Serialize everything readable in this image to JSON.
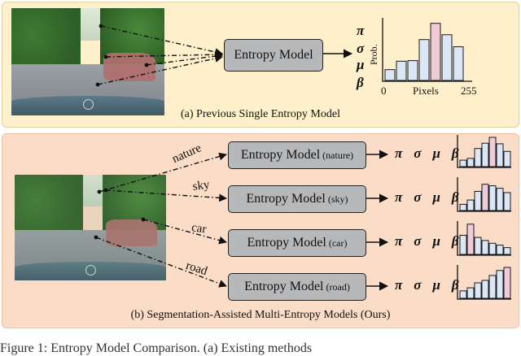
{
  "panel_a": {
    "model_label": "Entropy Model",
    "symbols": [
      "π",
      "σ",
      "μ",
      "β"
    ],
    "hist_ylabel": "Prob.",
    "hist_xmin": "0",
    "hist_xlabel": "Pixels",
    "hist_xmax": "255",
    "caption": "(a) Previous Single Entropy Model"
  },
  "panel_b": {
    "rows": [
      {
        "class_label": "nature",
        "model_label": "Entropy Model",
        "model_sub": "(nature)"
      },
      {
        "class_label": "sky",
        "model_label": "Entropy Model",
        "model_sub": "(sky)"
      },
      {
        "class_label": "car",
        "model_label": "Entropy Model",
        "model_sub": "(car)"
      },
      {
        "class_label": "road",
        "model_label": "Entropy Model",
        "model_sub": "(road)"
      }
    ],
    "symbols": [
      "π",
      "σ",
      "μ",
      "β"
    ],
    "caption": "(b) Segmentation-Assisted Multi-Entropy Models (Ours)"
  },
  "figure_caption_partial": "Figure 1:  Entropy Model Comparison.  (a) Existing methods",
  "colors": {
    "panel_a_bg": "#fdf0cb",
    "panel_b_bg": "#fbdcc6",
    "bar_fill": "#dbe7f7",
    "bar_highlight": "#f0cbd8",
    "model_fill": "#b7b8ba"
  },
  "histograms": {
    "panel_a": [
      0.18,
      0.32,
      0.33,
      0.68,
      0.95,
      0.76,
      0.56
    ],
    "nature": [
      0.22,
      0.28,
      0.62,
      0.8,
      1.0,
      0.78,
      0.52
    ],
    "sky": [
      0.2,
      0.34,
      0.62,
      0.85,
      0.8,
      0.72,
      0.58
    ],
    "car": [
      0.62,
      0.98,
      0.55,
      0.45,
      0.36,
      0.3,
      0.22
    ],
    "road": [
      0.24,
      0.34,
      0.5,
      0.58,
      0.74,
      0.9,
      1.0
    ]
  },
  "highlight_index": {
    "panel_a": 4,
    "nature": 4,
    "sky": 3,
    "car": 1,
    "road": 6
  }
}
